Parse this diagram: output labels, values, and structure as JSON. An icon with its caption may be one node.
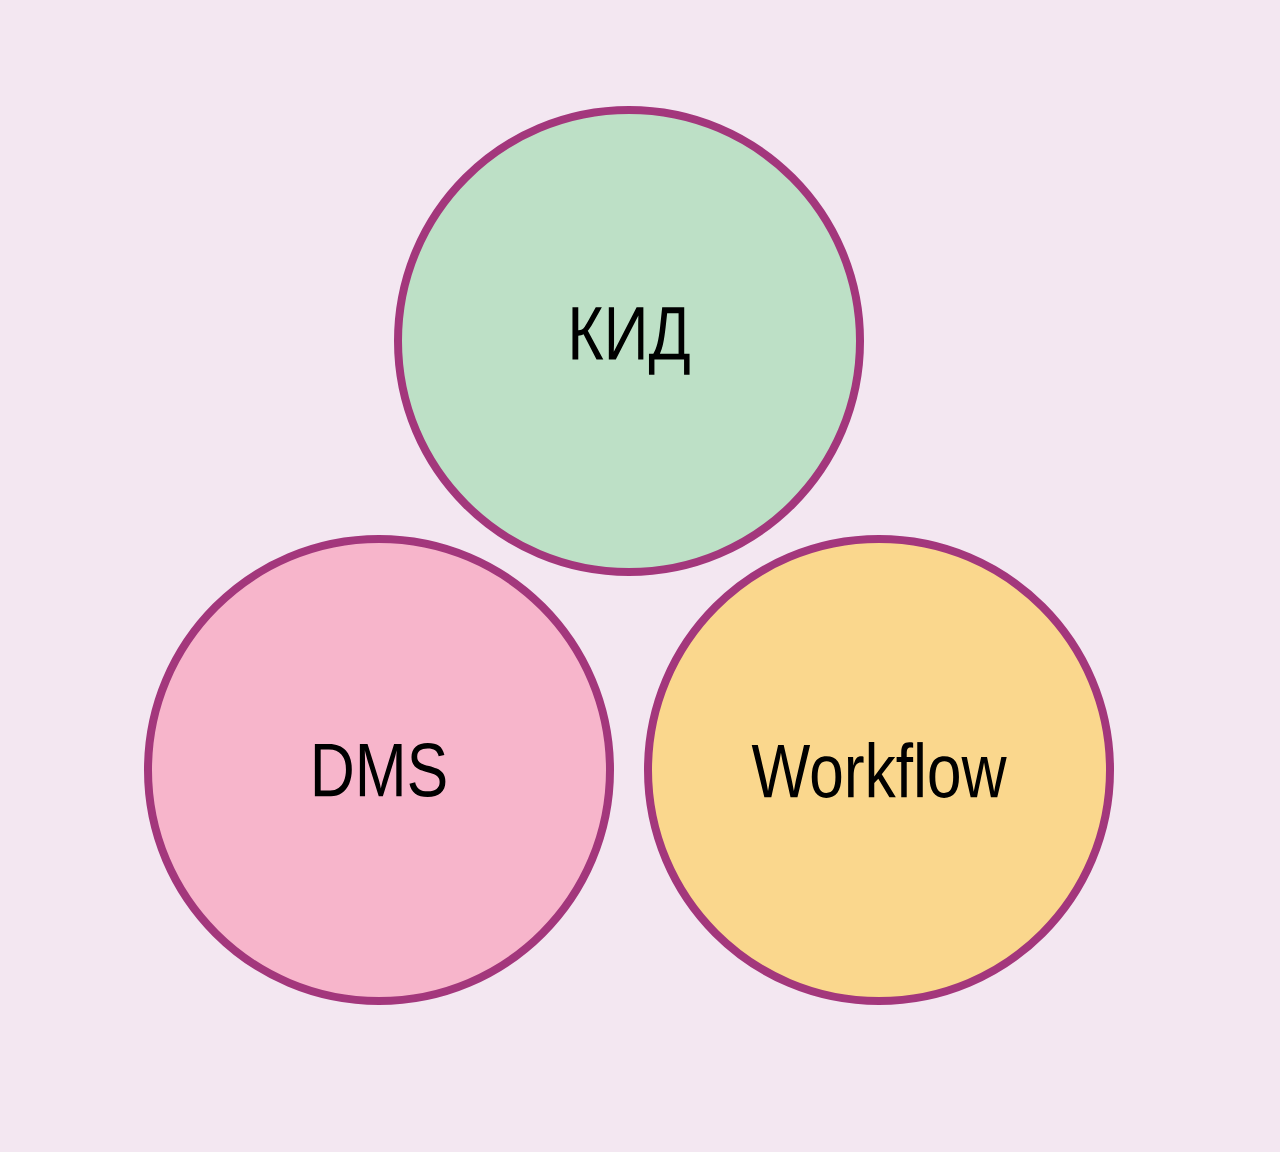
{
  "diagram": {
    "nodes": [
      {
        "text": [
          "КИД"
        ]
      },
      {
        "text": [
          "DMS"
        ]
      },
      {
        "text": [
          "Workflow"
        ]
      }
    ]
  }
}
